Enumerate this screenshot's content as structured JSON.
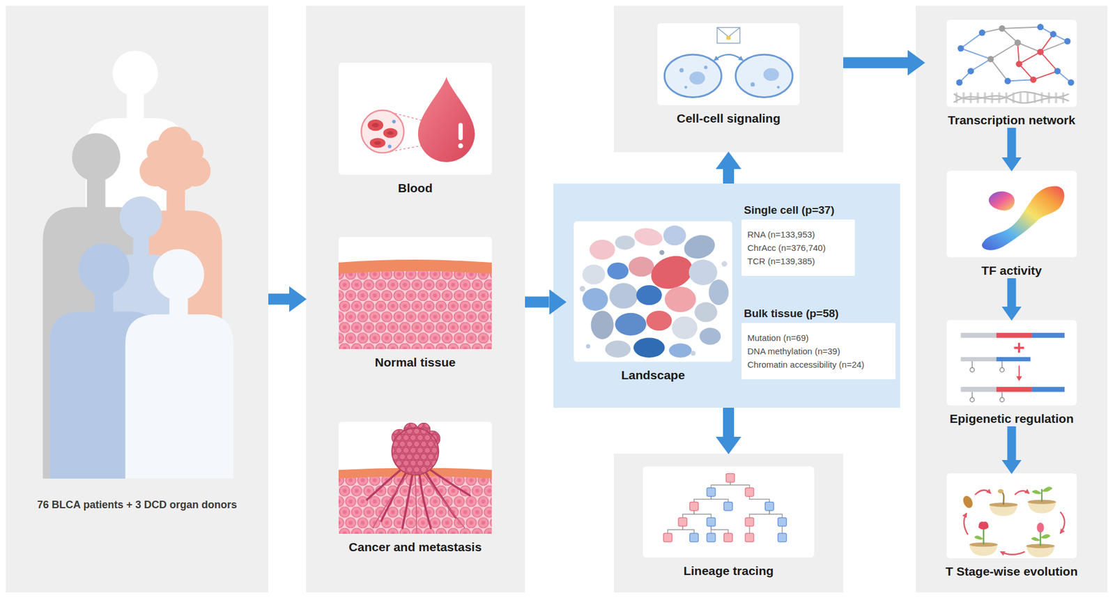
{
  "diagram": {
    "nodes": [
      {
        "text": [
          "76 BLCA patients + 3 DCD organ donors"
        ]
      },
      {
        "text": []
      },
      {
        "text": [
          "Blood"
        ],
        "in": 1
      },
      {
        "text": [
          "Normal tissue"
        ],
        "in": 1
      },
      {
        "text": [
          "Cancer and metastasis"
        ],
        "in": 1
      },
      {
        "text": [
          "Cell-cell signaling"
        ]
      },
      {
        "text": []
      },
      {
        "text": [
          "Landscape"
        ],
        "in": 6
      },
      {
        "text": [
          "Single cell (p=37)",
          "RNA (n=133,953)",
          "ChrAcc (n=376,740)",
          "TCR (n=139,385)"
        ],
        "in": 6
      },
      {
        "text": [
          "Bulk tissue (p=58)",
          "Mutation (n=69)",
          "DNA methylation (n=39)",
          "Chromatin accessibility (n=24)"
        ],
        "in": 6
      },
      {
        "text": [
          "Lineage tracing"
        ]
      },
      {
        "text": []
      },
      {
        "text": [
          "Transcription network"
        ],
        "in": 11
      },
      {
        "text": [
          "TF activity"
        ],
        "in": 11
      },
      {
        "text": [
          "Epigenetic regulation"
        ],
        "in": 11
      },
      {
        "text": [
          "T Stage-wise evolution"
        ],
        "in": 11
      }
    ],
    "edges": [
      {
        "from": 0,
        "to": 1,
        "arrow": "to"
      },
      {
        "from": 1,
        "to": 7,
        "arrow": "to"
      },
      {
        "from": 6,
        "to": 5,
        "arrow": "to"
      },
      {
        "from": 6,
        "to": 10,
        "arrow": "to"
      },
      {
        "from": 5,
        "to": 12,
        "arrow": "to"
      },
      {
        "from": 12,
        "to": 13,
        "arrow": "to"
      },
      {
        "from": 13,
        "to": 14,
        "arrow": "to"
      },
      {
        "from": 14,
        "to": 15,
        "arrow": "to"
      }
    ]
  }
}
